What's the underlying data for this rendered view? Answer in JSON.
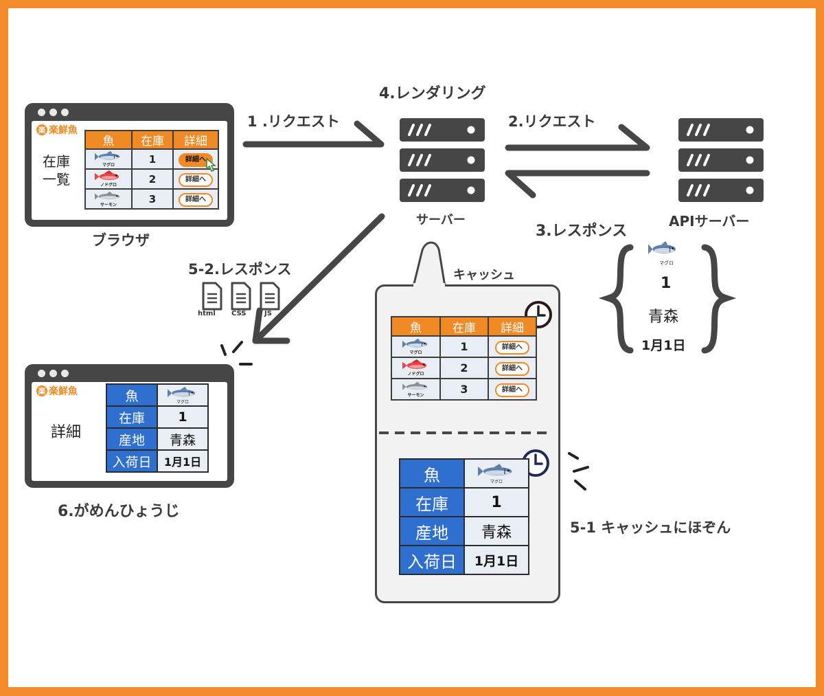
{
  "colors": {
    "frame": "#f38b2d",
    "orange": "#f08a24",
    "blue": "#2f6fd0",
    "dark": "#464646"
  },
  "labels": {
    "step1": "1 .リクエスト",
    "step4": "4.レンダリング",
    "step2": "2.リクエスト",
    "step3": "3.レスポンス",
    "step52": "5-2.レスポンス",
    "step51": "5-1 キャッシュにほぞん",
    "step6": "6.がめんひょうじ",
    "browser": "ブラウザ",
    "server": "サーバー",
    "api_server": "APIサーバー",
    "cache": "キャッシュ"
  },
  "brand": {
    "icon": "楽",
    "name": "楽鮮魚"
  },
  "list_page": {
    "title_line1": "在庫",
    "title_line2": "一覧",
    "headers": [
      "魚",
      "在庫",
      "詳細"
    ],
    "rows": [
      {
        "fish": "マグロ",
        "stock": "1",
        "link": "詳細へ"
      },
      {
        "fish": "ノドグロ",
        "stock": "2",
        "link": "詳細へ"
      },
      {
        "fish": "サーモン",
        "stock": "3",
        "link": "詳細へ"
      }
    ]
  },
  "detail_page": {
    "title": "詳細",
    "rows": [
      {
        "key": "魚",
        "value": ""
      },
      {
        "key": "在庫",
        "value": "1"
      },
      {
        "key": "産地",
        "value": "青森"
      },
      {
        "key": "入荷日",
        "value": "1月1日"
      }
    ],
    "fish_caption": "マグロ"
  },
  "api_response": {
    "fish_caption": "マグロ",
    "stock": "1",
    "origin": "青森",
    "date": "1月1日"
  },
  "files": [
    "html",
    "CSS",
    "JS"
  ],
  "icons": [
    "server-icon",
    "clock-icon",
    "file-icon",
    "fish-icon",
    "cursor-icon",
    "curly-brace-icon"
  ]
}
